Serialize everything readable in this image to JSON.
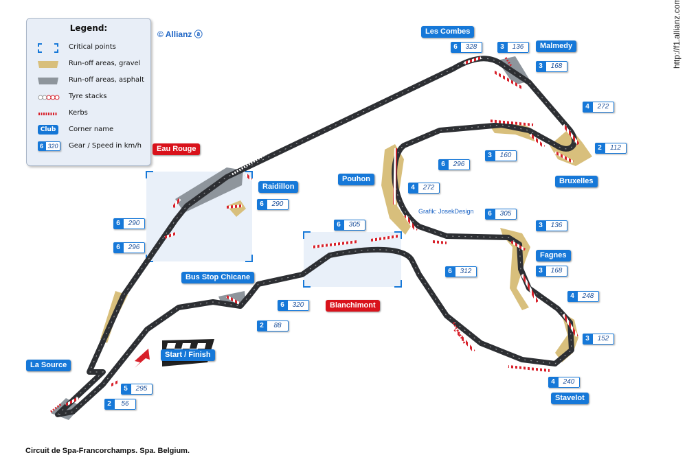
{
  "legend": {
    "title": "Legend:",
    "items": [
      {
        "icon": "critical-points-icon",
        "label": "Critical points"
      },
      {
        "icon": "gravel-icon",
        "label": "Run-off areas, gravel"
      },
      {
        "icon": "asphalt-icon",
        "label": "Run-off areas, asphalt"
      },
      {
        "icon": "tyre-stacks-icon",
        "label": "Tyre stacks"
      },
      {
        "icon": "kerbs-icon",
        "label": "Kerbs"
      },
      {
        "icon": "club-badge",
        "label": "Corner name",
        "badge": "Club"
      },
      {
        "icon": "gear-speed-badge",
        "label": "Gear / Speed in km/h",
        "gear": "6",
        "speed": "320"
      }
    ]
  },
  "brand": "© Allianz ⓐ",
  "url": "http://f1.allianz.com",
  "graphic_credit": "Grafik: JosekDesign",
  "caption": "Circuit de Spa-Francorchamps. Spa. Belgium.",
  "corners": [
    {
      "name": "Les Combes",
      "style": "blue"
    },
    {
      "name": "Malmedy",
      "style": "blue"
    },
    {
      "name": "Eau Rouge",
      "style": "red"
    },
    {
      "name": "Raidillon",
      "style": "blue"
    },
    {
      "name": "Pouhon",
      "style": "blue"
    },
    {
      "name": "Bruxelles",
      "style": "blue"
    },
    {
      "name": "Fagnes",
      "style": "blue"
    },
    {
      "name": "Bus Stop Chicane",
      "style": "blue"
    },
    {
      "name": "Blanchimont",
      "style": "red"
    },
    {
      "name": "Start / Finish",
      "style": "blue"
    },
    {
      "name": "La Source",
      "style": "blue"
    },
    {
      "name": "Stavelot",
      "style": "blue"
    }
  ],
  "gear_speeds": [
    {
      "gear": "6",
      "speed": "328"
    },
    {
      "gear": "3",
      "speed": "136"
    },
    {
      "gear": "3",
      "speed": "168"
    },
    {
      "gear": "4",
      "speed": "272"
    },
    {
      "gear": "2",
      "speed": "112"
    },
    {
      "gear": "3",
      "speed": "160"
    },
    {
      "gear": "6",
      "speed": "296"
    },
    {
      "gear": "4",
      "speed": "272"
    },
    {
      "gear": "6",
      "speed": "290"
    },
    {
      "gear": "6",
      "speed": "290"
    },
    {
      "gear": "6",
      "speed": "296"
    },
    {
      "gear": "6",
      "speed": "305"
    },
    {
      "gear": "6",
      "speed": "305"
    },
    {
      "gear": "3",
      "speed": "136"
    },
    {
      "gear": "3",
      "speed": "168"
    },
    {
      "gear": "4",
      "speed": "248"
    },
    {
      "gear": "3",
      "speed": "152"
    },
    {
      "gear": "4",
      "speed": "240"
    },
    {
      "gear": "6",
      "speed": "312"
    },
    {
      "gear": "6",
      "speed": "320"
    },
    {
      "gear": "2",
      "speed": "88"
    },
    {
      "gear": "5",
      "speed": "295"
    },
    {
      "gear": "2",
      "speed": "56"
    }
  ],
  "colors": {
    "track": "#2d2f33",
    "gravel": "#d8bf7c",
    "asphalt_runoff": "#8e959c",
    "kerb_red": "#d8202a",
    "label_blue": "#1678d8",
    "label_red": "#d9121b"
  }
}
